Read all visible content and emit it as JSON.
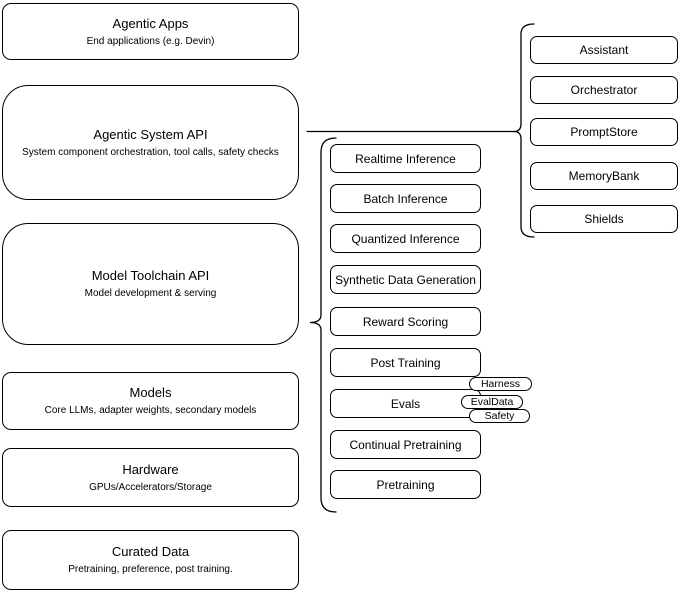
{
  "canvas": {
    "background": "#ffffff",
    "stroke_color": "#000000",
    "text_color": "#000000"
  },
  "left_stack": [
    {
      "title": "Agentic Apps",
      "subtitle": "End applications (e.g. Devin)"
    },
    {
      "title": "Agentic System API",
      "subtitle": "System component orchestration, tool calls, safety checks"
    },
    {
      "title": "Model Toolchain API",
      "subtitle": "Model development & serving"
    },
    {
      "title": "Models",
      "subtitle": "Core LLMs, adapter weights, secondary models"
    },
    {
      "title": "Hardware",
      "subtitle": "GPUs/Accelerators/Storage"
    },
    {
      "title": "Curated Data",
      "subtitle": "Pretraining, preference, post training."
    }
  ],
  "toolchain_items": [
    "Realtime Inference",
    "Batch Inference",
    "Quantized Inference",
    "Synthetic Data Generation",
    "Reward Scoring",
    "Post Training",
    "Evals",
    "Continual Pretraining",
    "Pretraining"
  ],
  "eval_pills": [
    "Harness",
    "EvalData",
    "Safety"
  ],
  "system_components": [
    "Assistant",
    "Orchestrator",
    "PromptStore",
    "MemoryBank",
    "Shields"
  ]
}
